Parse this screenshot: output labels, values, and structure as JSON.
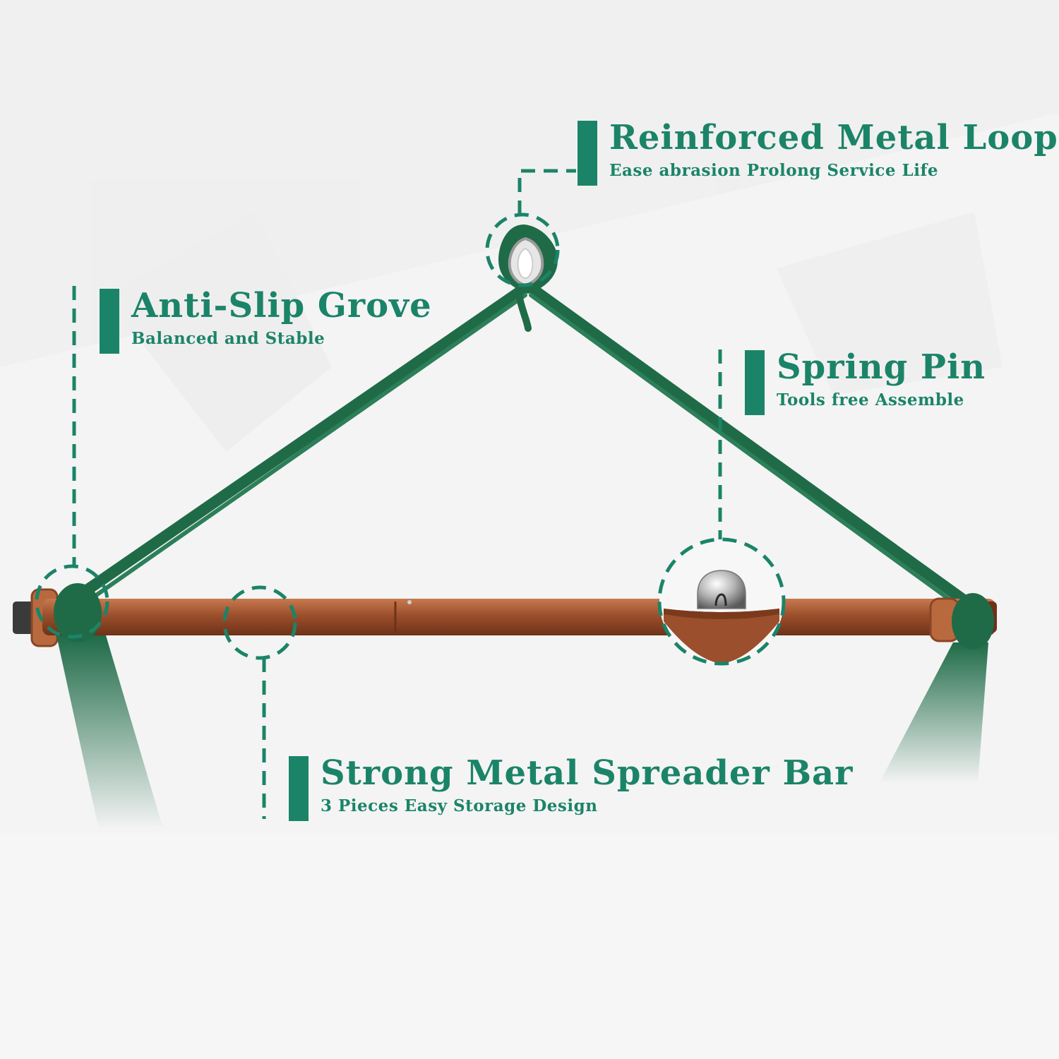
{
  "colors": {
    "accent": "#1b8468",
    "rope": "#1f6b48",
    "bar": "#9c4f2c",
    "background": "#f4f4f4"
  },
  "features": [
    {
      "id": "metal-loop",
      "title": "Reinforced Metal Loop",
      "subtitle": "Ease abrasion Prolong Service Life"
    },
    {
      "id": "anti-slip",
      "title": "Anti-Slip Grove",
      "subtitle": "Balanced and Stable"
    },
    {
      "id": "spring-pin",
      "title": "Spring Pin",
      "subtitle": "Tools free Assemble"
    },
    {
      "id": "spreader-bar",
      "title": "Strong Metal Spreader Bar",
      "subtitle": "3 Pieces Easy Storage Design"
    }
  ]
}
